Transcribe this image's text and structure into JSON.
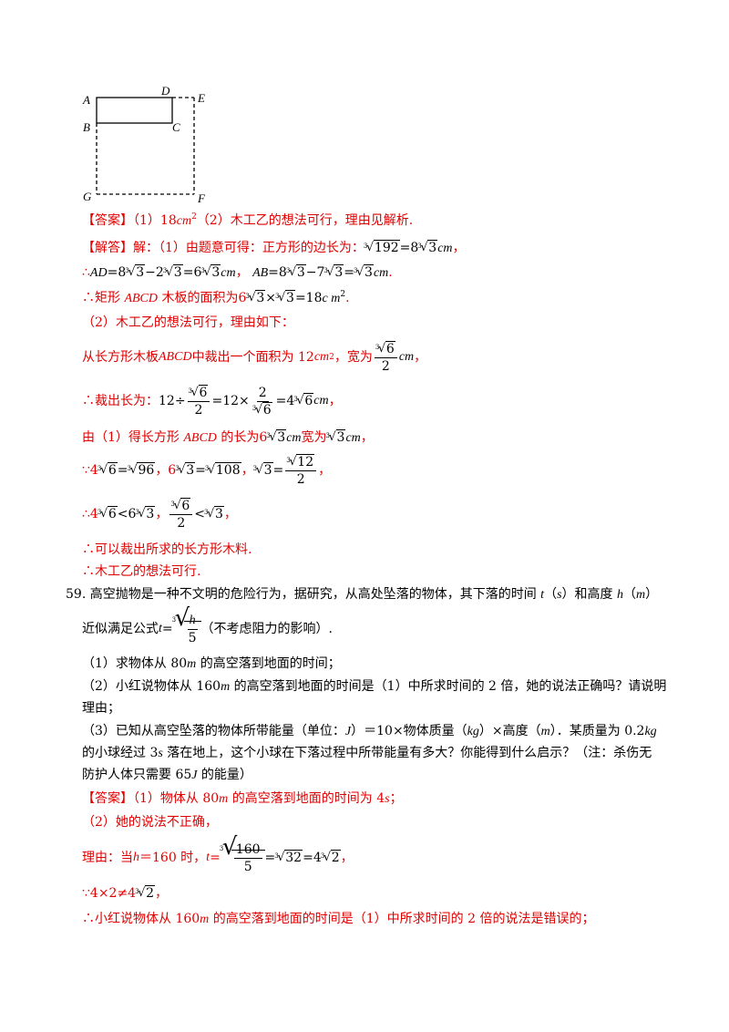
{
  "figure": {
    "labels": {
      "A": "A",
      "B": "B",
      "C": "C",
      "D": "D",
      "E": "E",
      "F": "F",
      "G": "G"
    }
  },
  "answer58": {
    "tag": "【答案】",
    "part1": "（1）18",
    "unit_cm": "cm",
    "sq": "2",
    "part2": "（2）木工乙的想法可行，理由见解析."
  },
  "sol58": {
    "tag": "【解答】",
    "l1_pre": "解：（1）由题意可得：正方形的边长为：",
    "l1_rad": "192",
    "l1_eq": "=8",
    "l1_rad2": "3",
    "l1_unit": "cm",
    "l1_end": "，",
    "l2_therefore": "∴",
    "l2_AD": "AD",
    "l2_a": "=8",
    "l2_b": "−2",
    "l2_c": "=6",
    "l2_unit": "cm",
    "l2_comma": "，",
    "l2_AB": "AB",
    "l2_d": "=8",
    "l2_e": "−7",
    "l2_f": "=",
    "l2_unit2": "cm",
    "l2_end": ".",
    "l3_a": "∴矩形 ",
    "l3_abcd": "ABCD",
    "l3_b": " 木板的面积为6",
    "l3_c": "×",
    "l3_d": "=18",
    "l3_unit": "c m",
    "l3_sq": "2",
    "l3_end": ".",
    "l4": "（2）木工乙的想法可行，理由如下：",
    "l5_a": "从长方形木板 ",
    "l5_abcd": "ABCD",
    "l5_b": " 中裁出一个面积为 12",
    "l5_unit": "cm",
    "l5_sq": "2",
    "l5_c": "，宽为",
    "l5_num": "6",
    "l5_den": "2",
    "l5_unit2": "cm",
    "l5_end": "，",
    "l6_a": "∴裁出长为：",
    "l6_b": "12÷",
    "l6_num1": "6",
    "l6_den1": "2",
    "l6_c": "=12×",
    "l6_num2": "2",
    "l6_den2": "6",
    "l6_d": "=4",
    "l6_unit": "cm",
    "l6_end": "，",
    "l7_a": "由（1）得长方形 ",
    "l7_abcd": "ABCD",
    "l7_b": " 的长为6",
    "l7_unit": "cm",
    "l7_c": "宽为",
    "l7_unit2": "cm",
    "l7_end": "，",
    "l8_a": "∵4",
    "l8_b": "=",
    "l8_c": "，6",
    "l8_d": "=",
    "l8_e": "，",
    "l8_f": "=",
    "l8_num": "12",
    "l8_den": "2",
    "l8_end": "，",
    "l9_a": "∴4",
    "l9_b": " <6",
    "l9_c": "，",
    "l9_num": "6",
    "l9_den": "2",
    "l9_d": " <",
    "l9_end": "，",
    "l10": "∴可以裁出所求的长方形木料.",
    "l11": "∴木工乙的想法可行."
  },
  "q59": {
    "num": "59.",
    "l1_a": "高空抛物是一种不文明的危险行为，据研究，从高处坠落的物体，其下落的时间 ",
    "t": "t",
    "l1_b": "（",
    "s": "s",
    "l1_c": "）和高度 ",
    "h": "h",
    "l1_d": "（",
    "m": "m",
    "l1_e": "）",
    "l2_a": "近似满足公式 ",
    "l2_t": "t",
    "l2_eq": "=",
    "l2_num": "h",
    "l2_den": "5",
    "l2_b": "（不考虑阻力的影响）.",
    "l3_a": "（1）求物体从 80",
    "l3_m": "m",
    "l3_b": " 的高空落到地面的时间；",
    "l4_a": "（2）小红说物体从 160",
    "l4_m": "m",
    "l4_b": " 的高空落到地面的时间是（1）中所求时间的 2 倍，她的说法正确吗？请说明",
    "l5": "理由；",
    "l6_a": "（3）已知从高空坠落的物体所带能量（单位：",
    "l6_J": "J",
    "l6_b": "）＝10×物体质量（",
    "l6_kg": "kg",
    "l6_c": "）×高度（",
    "l6_m": "m",
    "l6_d": "）．某质量为 0.2",
    "l6_kg2": "kg",
    "l7_a": "的小球经过 3",
    "l7_s": "s",
    "l7_b": " 落在地上，这个小球在下落过程中所带能量有多大？你能得到什么启示？（注：杀伤无",
    "l8_a": "防护人体只需要 65",
    "l8_J": "J",
    "l8_b": " 的能量）"
  },
  "ans59": {
    "tag": "【答案】",
    "l1_a": "（1）物体从 80",
    "l1_m": "m",
    "l1_b": " 的高空落到地面的时间为 4",
    "l1_s": "s",
    "l1_c": "；",
    "l2": "（2）她的说法不正确，",
    "l3_a": "理由：当 ",
    "l3_h": "h",
    "l3_b": "＝160 时，",
    "l3_t": "t",
    "l3_eq": "=",
    "l3_num": "160",
    "l3_den": "5",
    "l3_c": "=",
    "l3_d": "=4",
    "l3_end": "，",
    "l4_a": "∵4×2≠4",
    "l4_end": "，",
    "l5_a": "∴小红说物体从 160",
    "l5_m": "m",
    "l5_b": " 的高空落到地面的时间是（1）中所求时间的 2 倍的说法是错误的；"
  },
  "radicals": {
    "idx": "3",
    "r3": "3",
    "r6": "6",
    "r2": "2",
    "r96": "96",
    "r108": "108",
    "r12": "12",
    "r32": "32"
  }
}
